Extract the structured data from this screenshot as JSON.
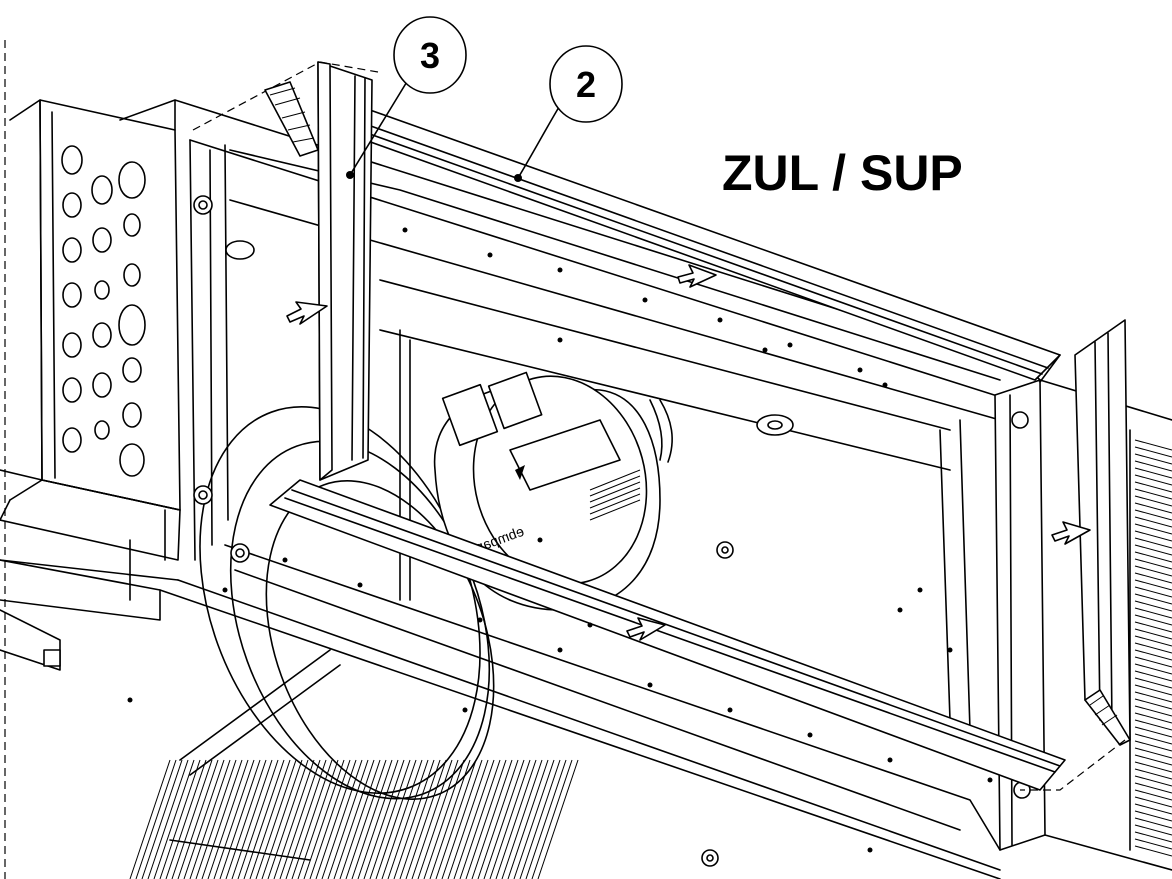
{
  "diagram": {
    "title": "ZUL / SUP",
    "callouts": [
      {
        "id": "callout-3",
        "label": "3"
      },
      {
        "id": "callout-2",
        "label": "2"
      }
    ],
    "fan_label": "ebmpapst",
    "airflow_arrows": 4
  },
  "colors": {
    "line": "#000000",
    "background": "#ffffff",
    "fill": "#ffffff"
  }
}
